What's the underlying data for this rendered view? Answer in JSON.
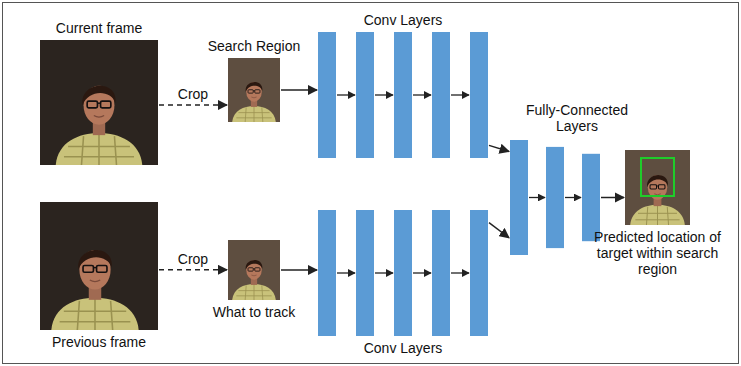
{
  "diagram": {
    "nodes": [
      {
        "text": [
          "Current frame"
        ]
      },
      {
        "text": [
          "Search Region"
        ]
      },
      {
        "text": [
          "Conv Layers"
        ]
      },
      {
        "text": [
          "Fully-Connected Layers"
        ]
      },
      {
        "text": [
          "Predicted location of target within search region"
        ]
      },
      {
        "text": [
          "Previous frame"
        ]
      },
      {
        "text": [
          "What to track"
        ]
      },
      {
        "text": [
          "Conv Layers"
        ]
      }
    ],
    "edges": [
      {
        "from": 0,
        "to": 1,
        "label": "Crop",
        "arrow": "to"
      },
      {
        "from": 1,
        "to": 2,
        "arrow": "to"
      },
      {
        "from": 2,
        "to": 3,
        "arrow": "to"
      },
      {
        "from": 5,
        "to": 6,
        "label": "Crop",
        "arrow": "to"
      },
      {
        "from": 6,
        "to": 7,
        "arrow": "to"
      },
      {
        "from": 7,
        "to": 3,
        "arrow": "to"
      },
      {
        "from": 3,
        "to": 4,
        "arrow": "to"
      }
    ]
  }
}
